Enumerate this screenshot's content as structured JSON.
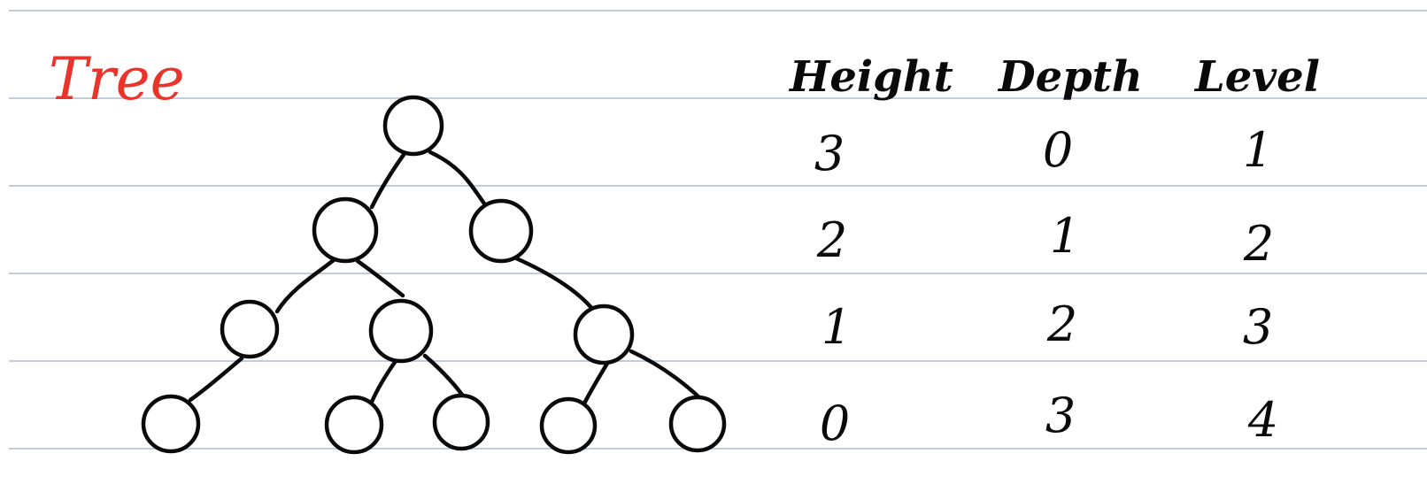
{
  "title": "Tree",
  "colors": {
    "title": "#e8342b",
    "ink": "#0a0a0a",
    "ruled_line": "#c3ccd9",
    "background": "#ffffff"
  },
  "table": {
    "headers": [
      "Height",
      "Depth",
      "Level"
    ],
    "rows": [
      {
        "height": "3",
        "depth": "0",
        "level": "1"
      },
      {
        "height": "2",
        "depth": "1",
        "level": "2"
      },
      {
        "height": "1",
        "depth": "2",
        "level": "3"
      },
      {
        "height": "0",
        "depth": "3",
        "level": "4"
      }
    ]
  },
  "tree": {
    "levels": [
      1,
      2,
      3,
      5
    ]
  }
}
